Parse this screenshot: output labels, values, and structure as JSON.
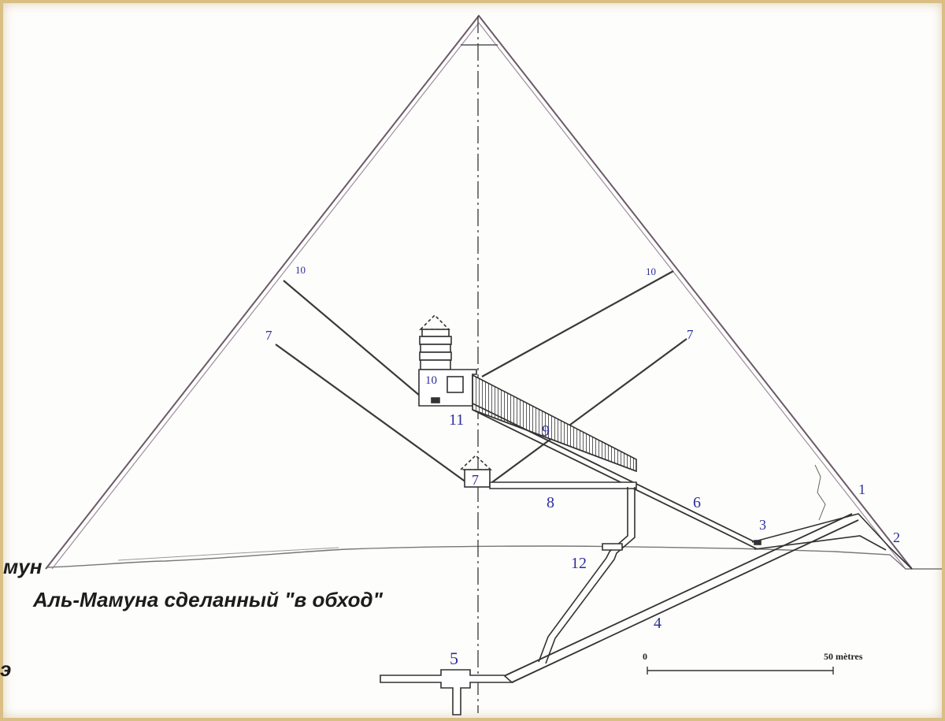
{
  "captions": {
    "line1": "мун",
    "line2": "Аль-Мамуна  сделанный  \"в обход\"",
    "line3": "э"
  },
  "labels": {
    "1": "1",
    "2": "2",
    "3": "3",
    "4": "4",
    "5": "5",
    "6": "6",
    "7_upper_left": "7",
    "7_upper_right": "7",
    "7_queen": "7",
    "8": "8",
    "9": "9",
    "10_left": "10",
    "10_right": "10",
    "10_king": "10",
    "11": "11",
    "12": "12"
  },
  "scale": {
    "start": "0",
    "end": "50 mètres"
  },
  "colors": {
    "frame": "#d9bf84",
    "paper": "#fdfdfb",
    "outline": "#3a3a3a",
    "pyramid_edge": "#6b5a6a",
    "label": "#2d2d9c"
  }
}
